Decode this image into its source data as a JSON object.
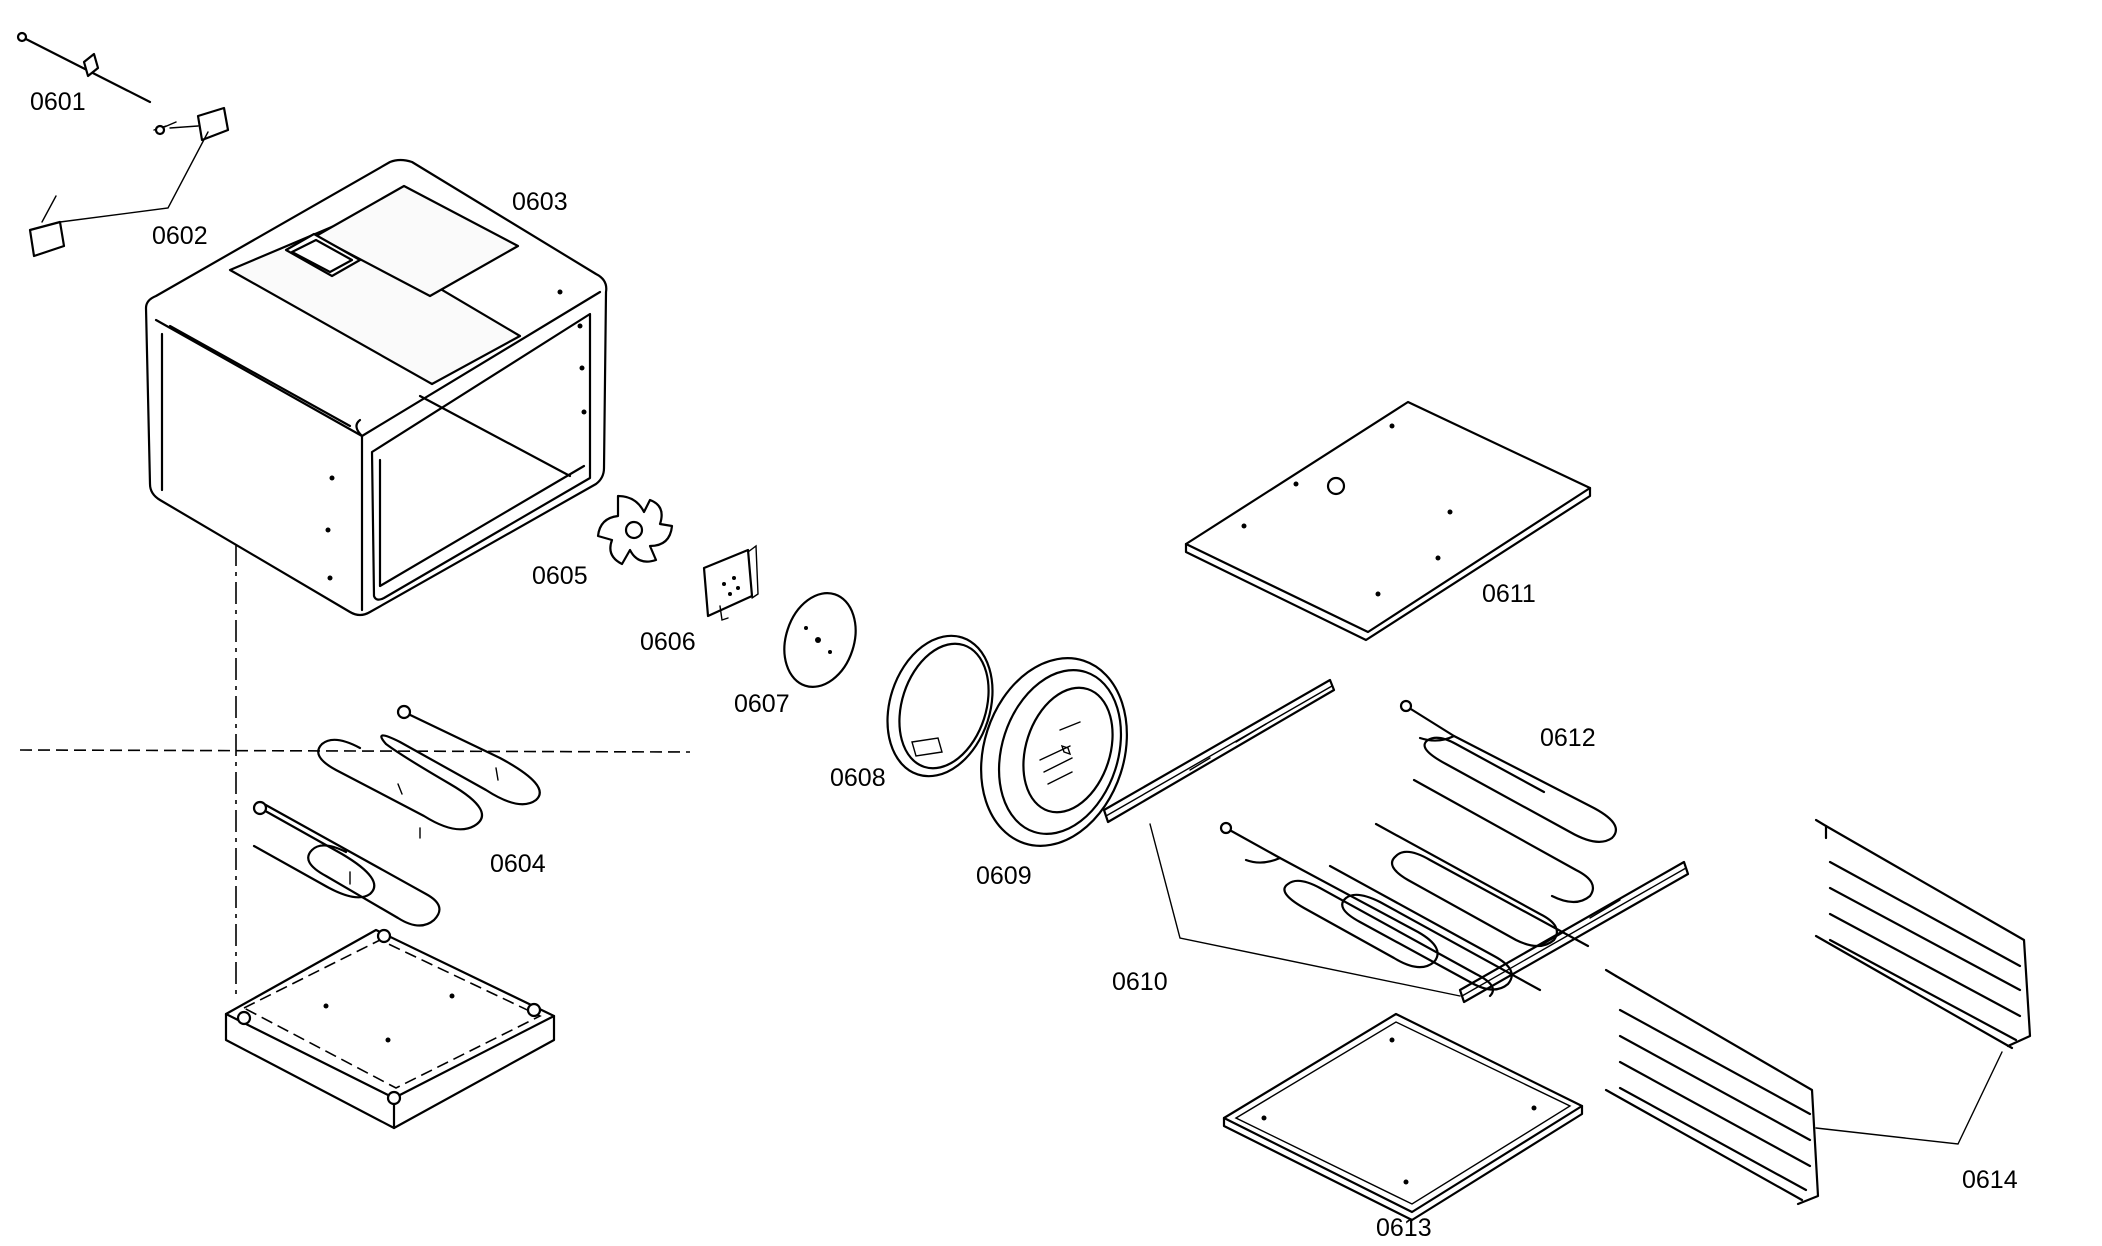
{
  "parts": [
    {
      "id": "0601",
      "label": "0601"
    },
    {
      "id": "0602",
      "label": "0602"
    },
    {
      "id": "0603",
      "label": "0603"
    },
    {
      "id": "0604",
      "label": "0604"
    },
    {
      "id": "0605",
      "label": "0605"
    },
    {
      "id": "0606",
      "label": "0606"
    },
    {
      "id": "0607",
      "label": "0607"
    },
    {
      "id": "0608",
      "label": "0608"
    },
    {
      "id": "0609",
      "label": "0609"
    },
    {
      "id": "0610",
      "label": "0610"
    },
    {
      "id": "0611",
      "label": "0611"
    },
    {
      "id": "0612",
      "label": "0612"
    },
    {
      "id": "0613",
      "label": "0613"
    },
    {
      "id": "0614",
      "label": "0614"
    }
  ]
}
